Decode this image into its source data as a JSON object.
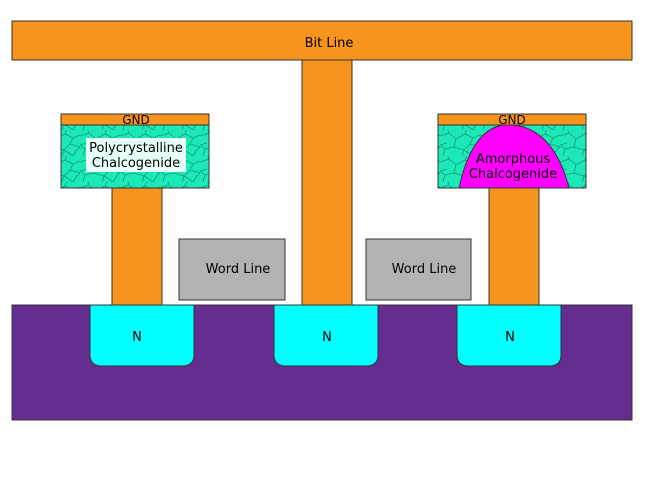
{
  "colors": {
    "bit_line": "#f7941e",
    "substrate": "#662d91",
    "n_region": "#00ffff",
    "word_line": "#b3b3b3",
    "crystalline": "#1de9b6",
    "amorphous": "#ff00ff",
    "outline": "#333333"
  },
  "labels": {
    "bit_line": "Bit Line",
    "gnd_left": "GND",
    "gnd_right": "GND",
    "poly_line1": "Polycrystalline",
    "poly_line2": "Chalcogenide",
    "amor_line1": "Amorphous",
    "amor_line2": "Chalcogenide",
    "word_line_left": "Word Line",
    "word_line_right": "Word Line",
    "n_left": "N",
    "n_center": "N",
    "n_right": "N"
  }
}
